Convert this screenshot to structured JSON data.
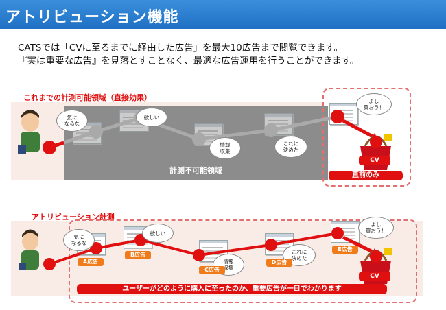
{
  "title": "アトリビューション機能",
  "intro": {
    "line1": "CATSでは「CVに至るまでに経由した広告」を最大10広告まで閲覧できます。",
    "line2": "『実は重要な広告』を見落とすことなく、最適な広告運用を行うことができます。"
  },
  "section1": {
    "label": "これまでの計測可能領域（直接効果）",
    "unmeasurable": "計測不可能領域",
    "bubbles": [
      "気に\nなるな",
      "欲しい",
      "情報\n収集",
      "これに\n決めた",
      "よし\n買おう！"
    ],
    "cv": "CV",
    "last_only": "直前のみ"
  },
  "section2": {
    "label": "アトリビューション計測",
    "bubbles": [
      "気に\nなるな",
      "欲しい",
      "情報\n収集",
      "これに\n決めた",
      "よし\n買おう！"
    ],
    "ads": [
      "A広告",
      "B広告",
      "C広告",
      "D広告",
      "E広告"
    ],
    "cv": "CV",
    "summary": "ユーザーがどのように購入に至ったのか、重要広告が一目でわかります"
  },
  "colors": {
    "accent_red": "#e01010",
    "title_blue": "#1f6fc4",
    "ad_orange": "#f07b1a",
    "unmeasurable_grey": "#8c8c8c"
  }
}
